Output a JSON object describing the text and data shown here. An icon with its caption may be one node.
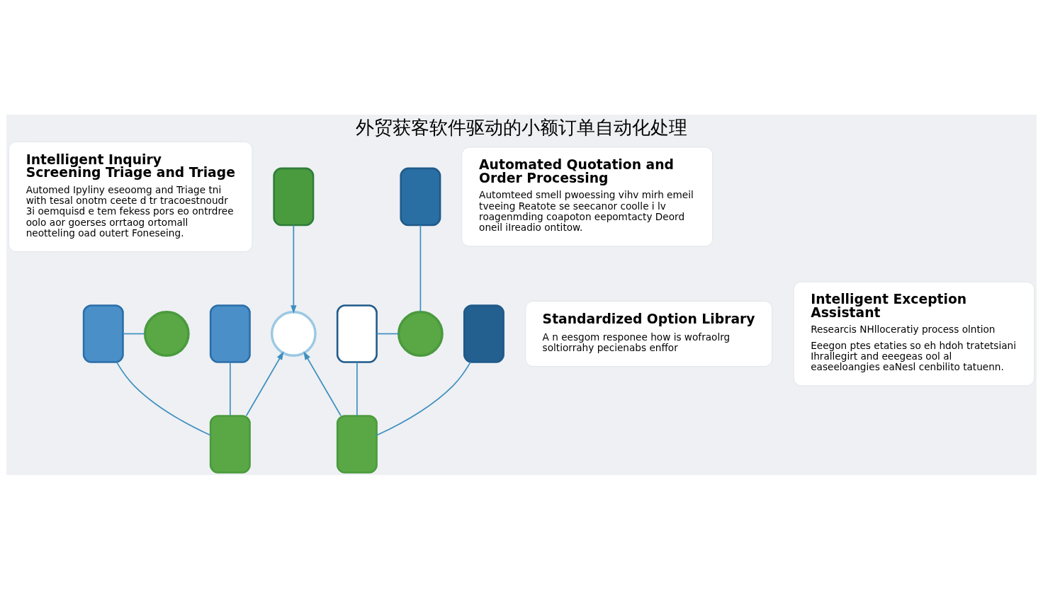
{
  "diagram": {
    "title": "外贸获客软件驱动的小额订单自动化处理",
    "nodes": [
      {
        "text": [
          "Intelligent Inquiry Screening Triage and Triage",
          "Automed Ipyliny eseoomg and Triage tni with tesal onotm ceete d tr tracoestnoudr 3i oemquisd e tem fekess pors eo ontrdree oolo aor goerses orrtaog ortomall neotteling oad outert Foneseing."
        ]
      },
      {
        "text": [],
        "shape": "box"
      },
      {
        "text": [
          "Automated Quotation and Order Processing",
          "Automteed smell pwoessing vihv mirh emeil tveeing Reatote se seecanor coolle i lv roagenmding coapoton eepomtacty Deord oneil iIreadio ontitow."
        ]
      },
      {
        "text": [],
        "shape": "box"
      },
      {
        "text": [],
        "shape": "box"
      },
      {
        "text": [],
        "shape": "box"
      },
      {
        "text": [],
        "shape": "circle"
      },
      {
        "text": [],
        "shape": "circle"
      },
      {
        "text": [],
        "shape": "circle"
      },
      {
        "text": [],
        "shape": "box"
      },
      {
        "text": [],
        "shape": "box"
      },
      {
        "text": [
          "Standardized Option Library",
          "A n eesgom responee how is wofraolrg soltiorrahy pecienabs enffor"
        ]
      },
      {
        "text": [],
        "shape": "box"
      },
      {
        "text": [
          "Intelligent Exception Assistant",
          "Researcis NHlloceratiy process olntion",
          "Eeegon ptes etaties so eh hdoh tratetsiani Ihrallegirt and eeegeas ool al easeeloangies eaNesl cenbilito tatuenn."
        ]
      },
      {
        "text": [],
        "shape": "box"
      }
    ],
    "edges": [
      {
        "from": 1,
        "to": 7,
        "arrow": "to"
      },
      {
        "from": 3,
        "to": 8,
        "arrow": "none"
      },
      {
        "from": 4,
        "to": 6,
        "arrow": "none"
      },
      {
        "from": 4,
        "to": 9,
        "arrow": "none"
      },
      {
        "from": 5,
        "to": 8,
        "arrow": "none"
      },
      {
        "from": 5,
        "to": 10,
        "arrow": "none"
      },
      {
        "from": 9,
        "to": 7,
        "arrow": "to"
      },
      {
        "from": 10,
        "to": 7,
        "arrow": "to"
      },
      {
        "from": 12,
        "to": 9,
        "arrow": "none"
      },
      {
        "from": 14,
        "to": 10,
        "arrow": "none"
      }
    ]
  }
}
